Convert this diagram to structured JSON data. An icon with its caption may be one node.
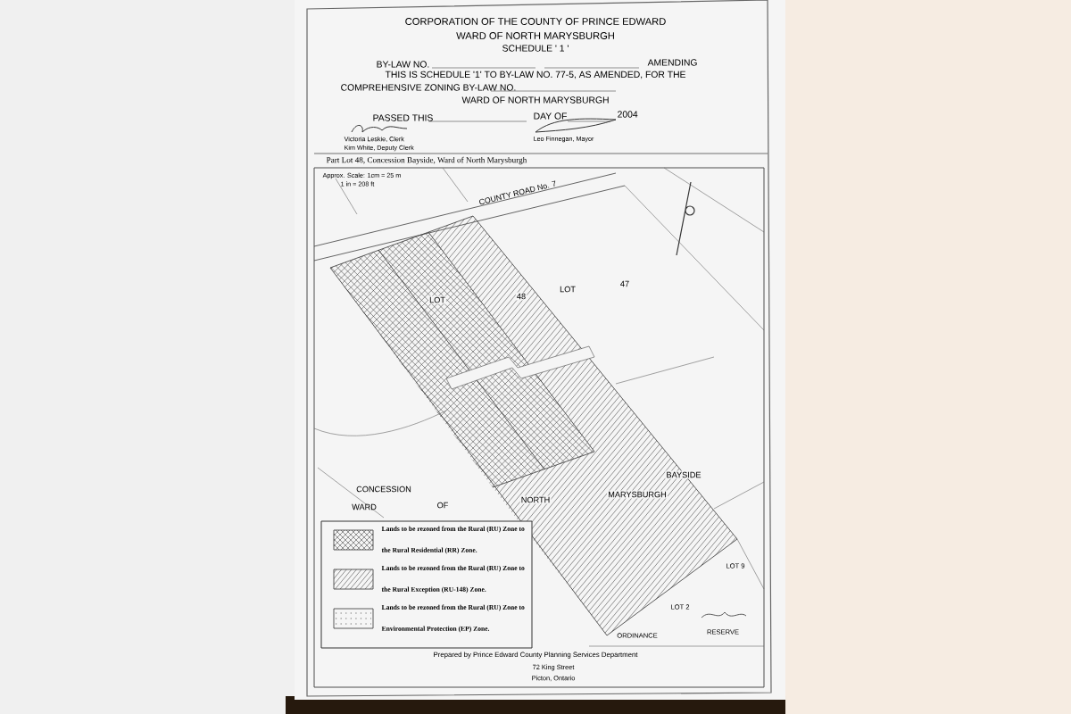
{
  "diagram": {
    "title": "CORPORATION OF THE COUNTY OF PRINCE EDWARD",
    "labels": [
      "WARD OF NORTH MARYSBURGH",
      "SCHEDULE ' 1 '",
      "BY-LAW NO.",
      "AMENDING",
      "THIS IS SCHEDULE '1' TO BY-LAW NO. 77-5, AS AMENDED, FOR THE",
      "COMPREHENSIVE ZONING BY-LAW NO.",
      "WARD OF NORTH MARYSBURGH",
      "PASSED THIS",
      "DAY OF",
      "2004",
      "Victoria Leskie, Clerk",
      "Kim White, Deputy Clerk",
      "Leo Finnegan, Mayor",
      "Part Lot 48, Concession Bayside, Ward of North Marysburgh",
      "Approx. Scale: 1cm = 25 m",
      "1 in = 208 ft",
      "COUNTY ROAD No. 7",
      "LOT",
      "48",
      "LOT",
      "47",
      "BAYSIDE",
      "CONCESSION",
      "WARD",
      "OF",
      "NORTH",
      "MARYSBURGH",
      "LOT 9",
      "LOT 2",
      "ORDINANCE",
      "RESERVE",
      "Prepared by Prince Edward County Planning Services Department",
      "72 King Street",
      "Picton, Ontario"
    ],
    "legend": [
      {
        "text": "Lands to be rezoned from the Rural (RU) Zone to the Rural Residential (RR) Zone."
      },
      {
        "text": "Lands to be rezoned from the Rural (RU) Zone to the Rural Exception (RU-148) Zone."
      },
      {
        "text": "Lands to be rezoned from the Rural (RU) Zone to Environmental Protection (EP) Zone."
      }
    ]
  }
}
